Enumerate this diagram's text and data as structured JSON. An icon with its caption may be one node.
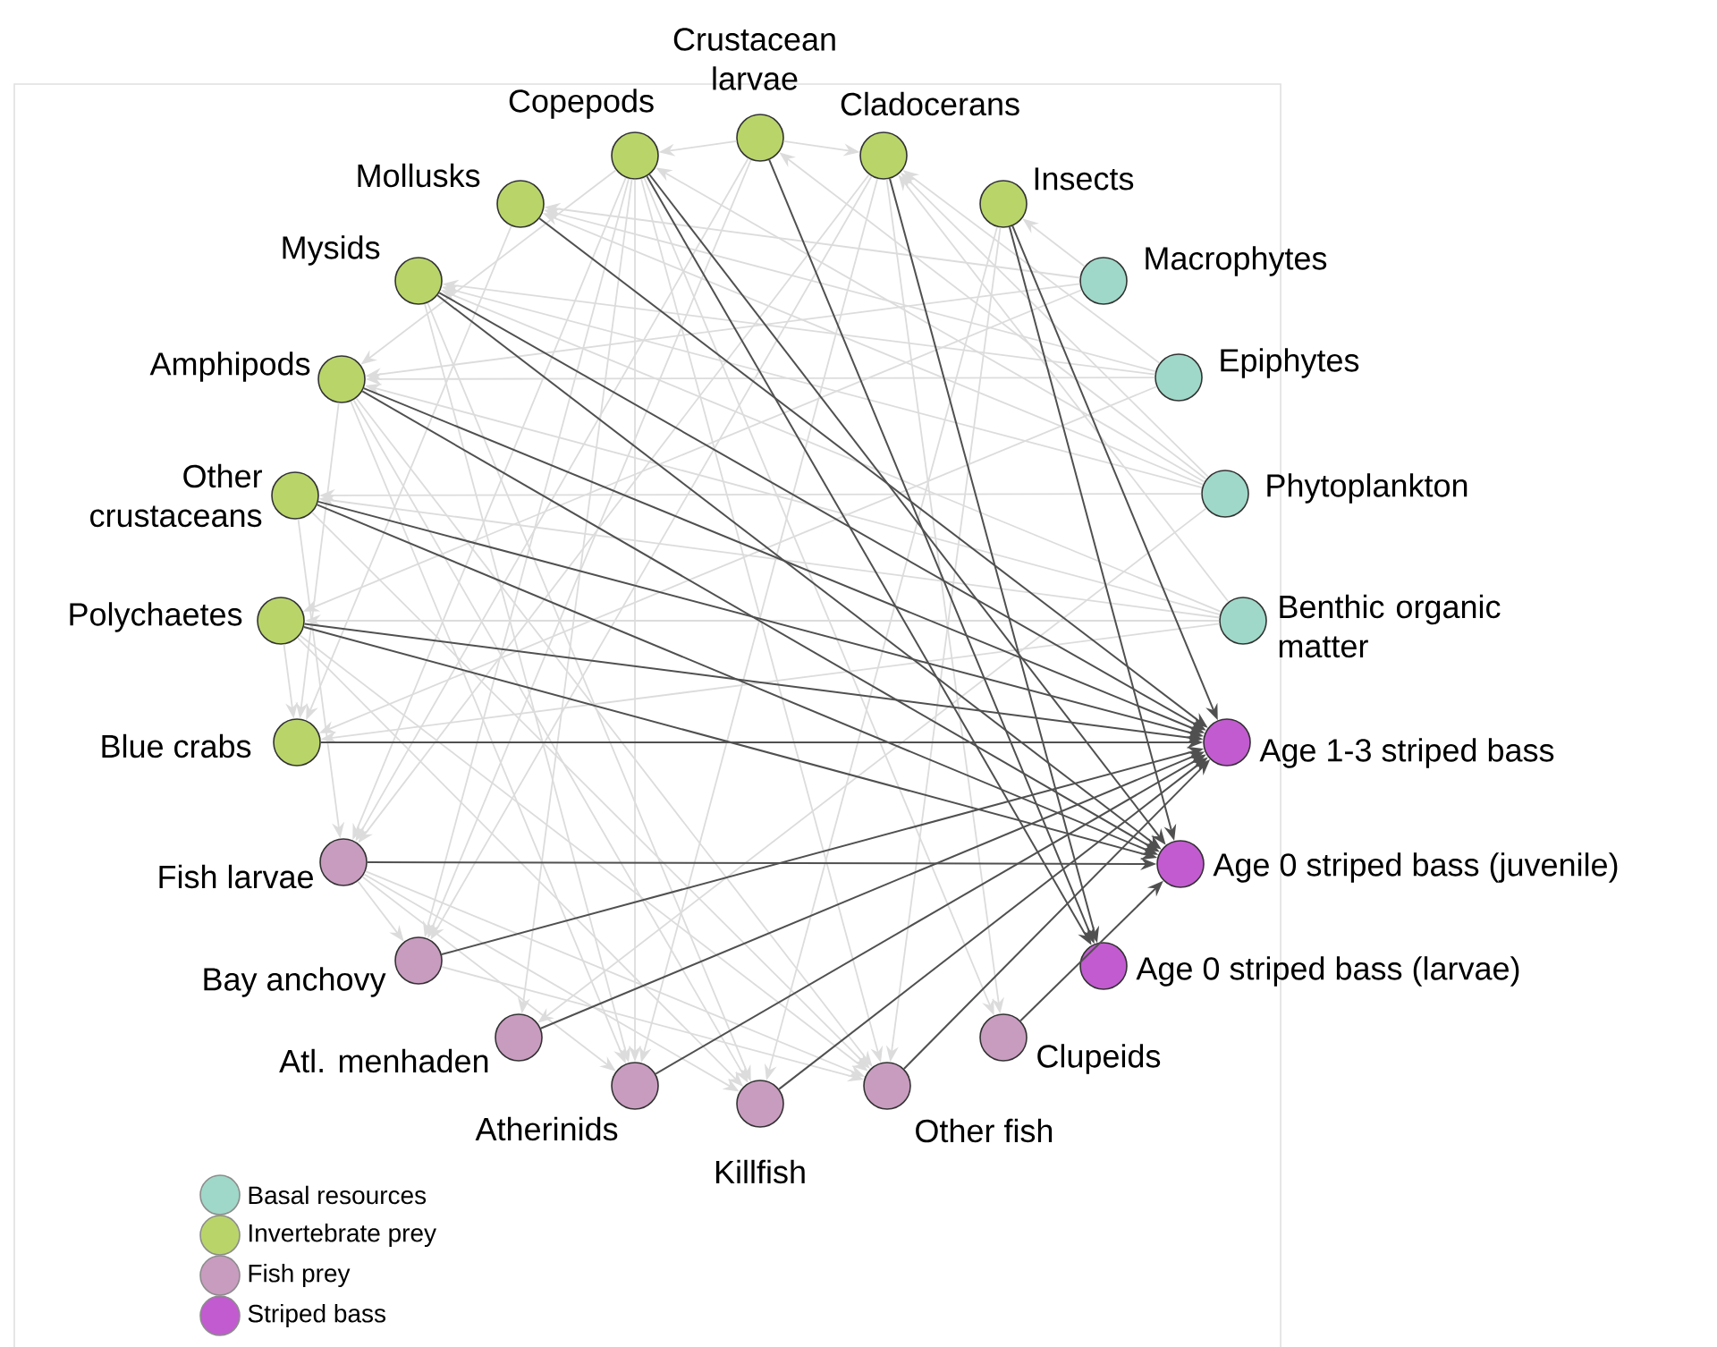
{
  "diagram": {
    "nodes": [
      {
        "text": [
          "Macrophytes"
        ]
      },
      {
        "text": [
          "Epiphytes"
        ]
      },
      {
        "text": [
          "Phytoplankton"
        ]
      },
      {
        "text": [
          "Benthic organic matter"
        ]
      },
      {
        "text": [
          "Age 1-3 striped bass"
        ]
      },
      {
        "text": [
          "Age 0 striped bass (juvenile)"
        ]
      },
      {
        "text": [
          "Age 0 striped bass (larvae)"
        ]
      },
      {
        "text": [
          "Clupeids"
        ]
      },
      {
        "text": [
          "Other fish"
        ]
      },
      {
        "text": [
          "Killfish"
        ]
      },
      {
        "text": [
          "Atherinids"
        ]
      },
      {
        "text": [
          "Atl. menhaden"
        ]
      },
      {
        "text": [
          "Bay anchovy"
        ]
      },
      {
        "text": [
          "Fish larvae"
        ]
      },
      {
        "text": [
          "Blue crabs"
        ]
      },
      {
        "text": [
          "Polychaetes"
        ]
      },
      {
        "text": [
          "Other crustaceans"
        ]
      },
      {
        "text": [
          "Amphipods"
        ]
      },
      {
        "text": [
          "Mysids"
        ]
      },
      {
        "text": [
          "Mollusks"
        ]
      },
      {
        "text": [
          "Copepods"
        ]
      },
      {
        "text": [
          "Crustacean larvae"
        ]
      },
      {
        "text": [
          "Cladocerans"
        ]
      },
      {
        "text": [
          "Insects"
        ]
      }
    ],
    "edges": [
      {
        "from": 0,
        "to": 17,
        "arrow": "to"
      },
      {
        "from": 0,
        "to": 19,
        "arrow": "to"
      },
      {
        "from": 0,
        "to": 23,
        "arrow": "to"
      },
      {
        "from": 0,
        "to": 15,
        "arrow": "to"
      },
      {
        "from": 1,
        "to": 17,
        "arrow": "to"
      },
      {
        "from": 1,
        "to": 19,
        "arrow": "to"
      },
      {
        "from": 1,
        "to": 18,
        "arrow": "to"
      },
      {
        "from": 1,
        "to": 22,
        "arrow": "to"
      },
      {
        "from": 1,
        "to": 14,
        "arrow": "to"
      },
      {
        "from": 2,
        "to": 20,
        "arrow": "to"
      },
      {
        "from": 2,
        "to": 22,
        "arrow": "to"
      },
      {
        "from": 2,
        "to": 21,
        "arrow": "to"
      },
      {
        "from": 2,
        "to": 19,
        "arrow": "to"
      },
      {
        "from": 2,
        "to": 18,
        "arrow": "to"
      },
      {
        "from": 2,
        "to": 16,
        "arrow": "to"
      },
      {
        "from": 2,
        "to": 11,
        "arrow": "to"
      },
      {
        "from": 3,
        "to": 15,
        "arrow": "to"
      },
      {
        "from": 3,
        "to": 14,
        "arrow": "to"
      },
      {
        "from": 3,
        "to": 17,
        "arrow": "to"
      },
      {
        "from": 3,
        "to": 16,
        "arrow": "to"
      },
      {
        "from": 3,
        "to": 18,
        "arrow": "to"
      },
      {
        "from": 3,
        "to": 22,
        "arrow": "to"
      },
      {
        "from": 21,
        "to": 20,
        "arrow": "to"
      },
      {
        "from": 21,
        "to": 22,
        "arrow": "to"
      },
      {
        "from": 20,
        "to": 17,
        "arrow": "to"
      },
      {
        "from": 19,
        "to": 14,
        "arrow": "to"
      },
      {
        "from": 15,
        "to": 14,
        "arrow": "to"
      },
      {
        "from": 16,
        "to": 13,
        "arrow": "to"
      },
      {
        "from": 17,
        "to": 14,
        "arrow": "to"
      },
      {
        "from": 20,
        "to": 13,
        "arrow": "to"
      },
      {
        "from": 22,
        "to": 13,
        "arrow": "to"
      },
      {
        "from": 21,
        "to": 13,
        "arrow": "to"
      },
      {
        "from": 20,
        "to": 12,
        "arrow": "to"
      },
      {
        "from": 22,
        "to": 12,
        "arrow": "to"
      },
      {
        "from": 21,
        "to": 12,
        "arrow": "to"
      },
      {
        "from": 20,
        "to": 11,
        "arrow": "to"
      },
      {
        "from": 20,
        "to": 10,
        "arrow": "to"
      },
      {
        "from": 22,
        "to": 10,
        "arrow": "to"
      },
      {
        "from": 18,
        "to": 10,
        "arrow": "to"
      },
      {
        "from": 17,
        "to": 10,
        "arrow": "to"
      },
      {
        "from": 18,
        "to": 9,
        "arrow": "to"
      },
      {
        "from": 17,
        "to": 9,
        "arrow": "to"
      },
      {
        "from": 15,
        "to": 9,
        "arrow": "to"
      },
      {
        "from": 23,
        "to": 9,
        "arrow": "to"
      },
      {
        "from": 23,
        "to": 8,
        "arrow": "to"
      },
      {
        "from": 17,
        "to": 8,
        "arrow": "to"
      },
      {
        "from": 15,
        "to": 8,
        "arrow": "to"
      },
      {
        "from": 16,
        "to": 8,
        "arrow": "to"
      },
      {
        "from": 20,
        "to": 8,
        "arrow": "to"
      },
      {
        "from": 20,
        "to": 7,
        "arrow": "to"
      },
      {
        "from": 22,
        "to": 7,
        "arrow": "to"
      },
      {
        "from": 13,
        "to": 12,
        "arrow": "to"
      },
      {
        "from": 13,
        "to": 9,
        "arrow": "to"
      },
      {
        "from": 13,
        "to": 8,
        "arrow": "to"
      },
      {
        "from": 12,
        "to": 8,
        "arrow": "to"
      },
      {
        "from": 13,
        "to": 10,
        "arrow": "to"
      },
      {
        "from": 20,
        "to": 6,
        "arrow": "to",
        "color": "#505050"
      },
      {
        "from": 20,
        "to": 5,
        "arrow": "to",
        "color": "#505050"
      },
      {
        "from": 21,
        "to": 6,
        "arrow": "to",
        "color": "#505050"
      },
      {
        "from": 22,
        "to": 6,
        "arrow": "to",
        "color": "#505050"
      },
      {
        "from": 23,
        "to": 5,
        "arrow": "to",
        "color": "#505050"
      },
      {
        "from": 23,
        "to": 4,
        "arrow": "to",
        "color": "#505050"
      },
      {
        "from": 19,
        "to": 4,
        "arrow": "to",
        "color": "#505050"
      },
      {
        "from": 18,
        "to": 4,
        "arrow": "to",
        "color": "#505050"
      },
      {
        "from": 18,
        "to": 5,
        "arrow": "to",
        "color": "#505050"
      },
      {
        "from": 17,
        "to": 4,
        "arrow": "to",
        "color": "#505050"
      },
      {
        "from": 17,
        "to": 5,
        "arrow": "to",
        "color": "#505050"
      },
      {
        "from": 16,
        "to": 4,
        "arrow": "to",
        "color": "#505050"
      },
      {
        "from": 16,
        "to": 5,
        "arrow": "to",
        "color": "#505050"
      },
      {
        "from": 15,
        "to": 4,
        "arrow": "to",
        "color": "#505050"
      },
      {
        "from": 15,
        "to": 5,
        "arrow": "to",
        "color": "#505050"
      },
      {
        "from": 14,
        "to": 4,
        "arrow": "to",
        "color": "#505050"
      },
      {
        "from": 13,
        "to": 5,
        "arrow": "to",
        "color": "#505050"
      },
      {
        "from": 12,
        "to": 4,
        "arrow": "to",
        "color": "#505050"
      },
      {
        "from": 11,
        "to": 4,
        "arrow": "to",
        "color": "#505050"
      },
      {
        "from": 10,
        "to": 4,
        "arrow": "to",
        "color": "#505050"
      },
      {
        "from": 9,
        "to": 4,
        "arrow": "to",
        "color": "#505050"
      },
      {
        "from": 8,
        "to": 4,
        "arrow": "to",
        "color": "#505050"
      },
      {
        "from": 7,
        "to": 5,
        "arrow": "to",
        "color": "#505050"
      }
    ],
    "legend": [
      {
        "text": "Basal resources",
        "color": "#9fd8c8"
      },
      {
        "text": "Invertebrate prey",
        "color": "#b9d56a"
      },
      {
        "text": "Fish prey",
        "color": "#c89cbf"
      },
      {
        "text": "Striped bass",
        "color": "#c25bd0"
      }
    ]
  }
}
